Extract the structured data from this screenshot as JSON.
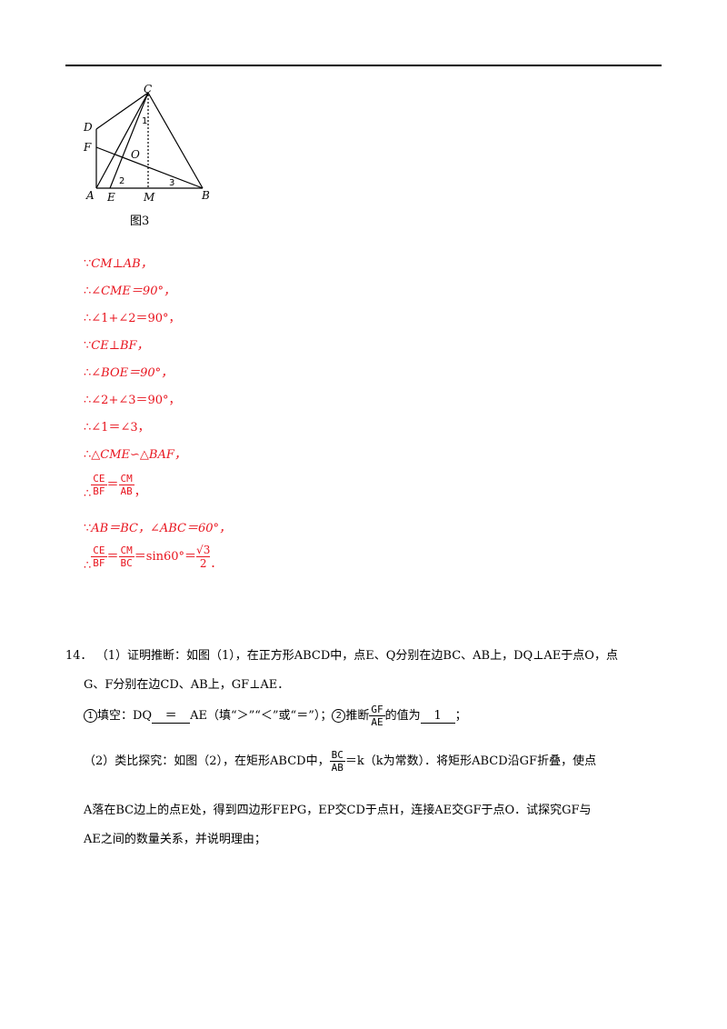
{
  "figure": {
    "caption": "图3",
    "labels": {
      "C": "C",
      "D": "D",
      "F": "F",
      "O": "O",
      "A": "A",
      "E": "E",
      "M": "M",
      "B": "B",
      "one": "1",
      "two": "2",
      "three": "3"
    }
  },
  "proof": [
    {
      "pre": "∵",
      "text": "CM⊥AB，"
    },
    {
      "pre": "∴",
      "text": "∠CME＝90°，"
    },
    {
      "pre": "∴",
      "text": "∠1+∠2＝90°，"
    },
    {
      "pre": "∵",
      "text": "CE⊥BF，"
    },
    {
      "pre": "∴",
      "text": "∠BOE＝90°，"
    },
    {
      "pre": "∴",
      "text": "∠2+∠3＝90°，"
    },
    {
      "pre": "∴",
      "text": "∠1＝∠3，"
    },
    {
      "pre": "∴",
      "text": "△CME∽△BAF，"
    }
  ],
  "frac_line1": {
    "pre": "∴",
    "f1_num": "CE",
    "f1_den": "BF",
    "eq": "＝",
    "f2_num": "CM",
    "f2_den": "AB",
    "post": "，"
  },
  "line_ab": {
    "pre": "∵",
    "text": "AB＝BC，∠ABC＝60°，"
  },
  "frac_line2": {
    "pre": "∴",
    "f1_num": "CE",
    "f1_den": "BF",
    "eq": "＝",
    "f2_num": "CM",
    "f2_den": "BC",
    "mid": "＝sin60°＝",
    "f3_num": "√3",
    "f3_den": "2",
    "post": "．"
  },
  "q14": {
    "number": "14．",
    "p1_line1": "（1）证明推断：如图（1），在正方形ABCD中，点E、Q分别在边BC、AB上，DQ⊥AE于点O，点",
    "p1_line2": "G、F分别在边CD、AB上，GF⊥AE．",
    "fill_circ1": "1",
    "fill_a": "填空：DQ",
    "fill_answer": "＝",
    "fill_b": "AE（填“＞”“＜”或“＝”）；",
    "fill_circ2": "2",
    "fill_c": "推断",
    "fill_frac_num": "GF",
    "fill_frac_den": "AE",
    "fill_d": "的值为",
    "fill_value": "1",
    "fill_e": "；",
    "p2_a": "（2）类比探究：如图（2），在矩形ABCD中，",
    "p2_frac_num": "BC",
    "p2_frac_den": "AB",
    "p2_b": "＝k（k为常数）．将矩形ABCD沿GF折叠，使点",
    "p2_line2": "A落在BC边上的点E处，得到四边形FEPG，EP交CD于点H，连接AE交GF于点O．试探究GF与",
    "p2_line3": "AE之间的数量关系，并说明理由；"
  }
}
